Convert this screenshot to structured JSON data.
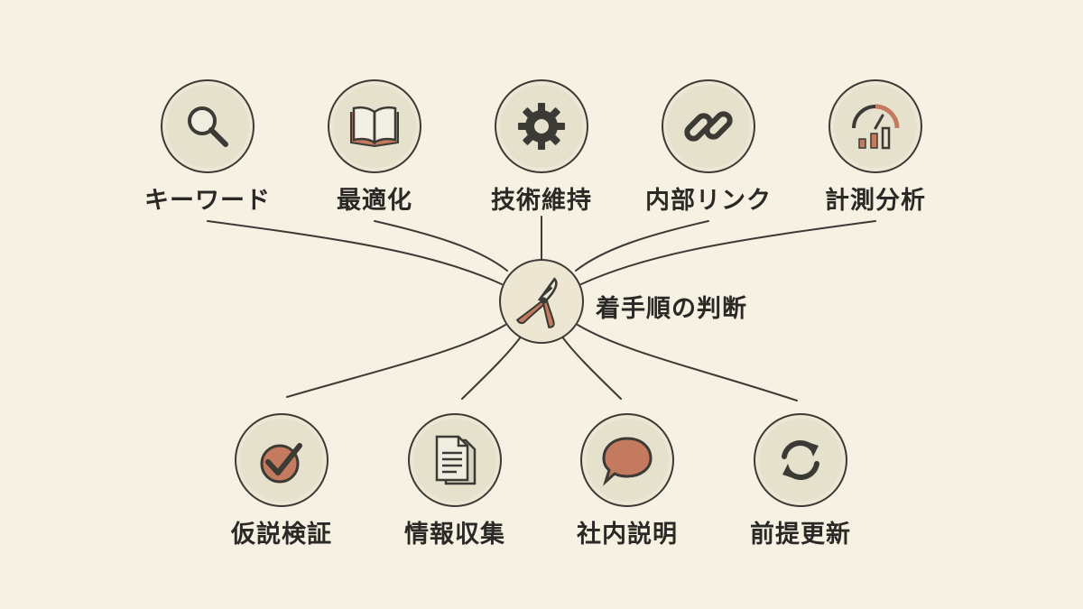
{
  "hub": {
    "label": "着手順の判断",
    "icon": "pruning-shears-icon"
  },
  "top_nodes": [
    {
      "label": "キーワード",
      "icon": "magnifier-icon"
    },
    {
      "label": "最適化",
      "icon": "open-book-icon"
    },
    {
      "label": "技術維持",
      "icon": "gear-icon"
    },
    {
      "label": "内部リンク",
      "icon": "chain-link-icon"
    },
    {
      "label": "計測分析",
      "icon": "gauge-chart-icon"
    }
  ],
  "bottom_nodes": [
    {
      "label": "仮説検証",
      "icon": "checkmark-icon"
    },
    {
      "label": "情報収集",
      "icon": "documents-icon"
    },
    {
      "label": "社内説明",
      "icon": "speech-bubble-icon"
    },
    {
      "label": "前提更新",
      "icon": "refresh-arrows-icon"
    }
  ],
  "colors": {
    "background": "#f6f1e3",
    "circle_fill": "#e6e1cd",
    "stroke": "#3b3a35",
    "accent": "#c47a5e",
    "text": "#2a2926"
  }
}
